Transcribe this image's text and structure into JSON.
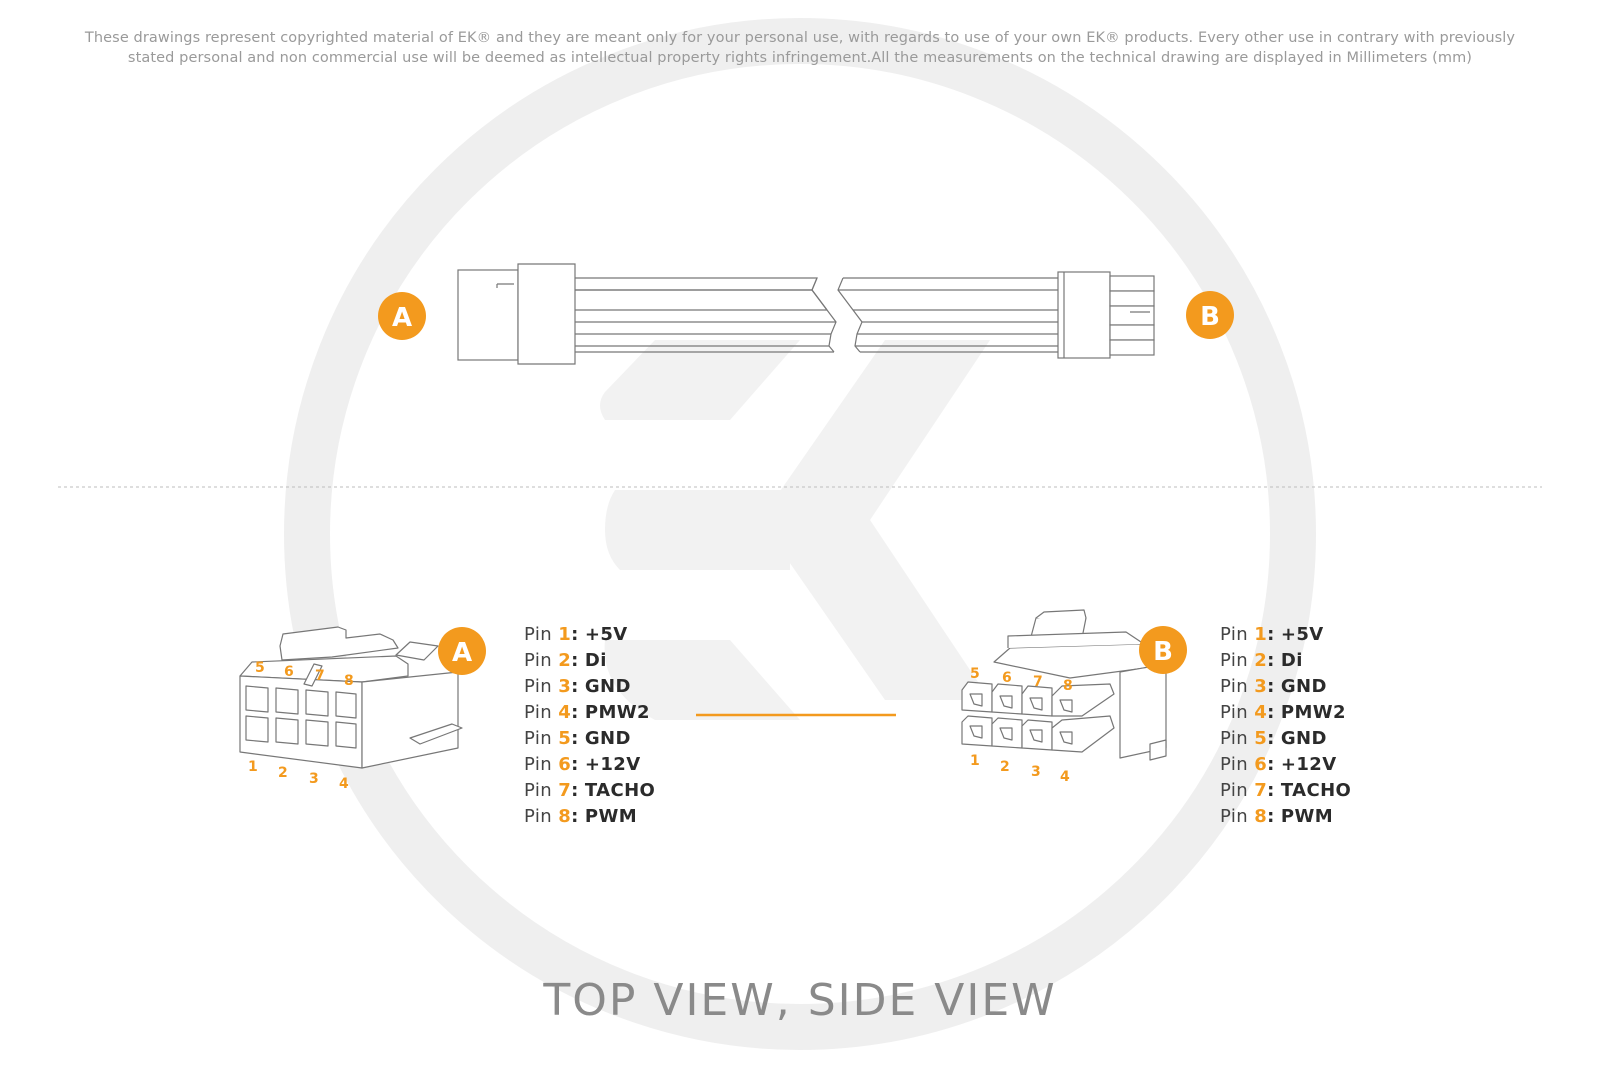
{
  "disclaimer": {
    "line1": "These drawings represent copyrighted material of EK® and they are meant only for your personal use, with regards to use of  your own EK® products. Every other use in contrary with previously",
    "line2": "stated personal and non commercial use will be deemed as intellectual property rights infringement.All the measurements on the technical drawing are displayed in Millimeters (mm)"
  },
  "labels": {
    "connector_a": "A",
    "connector_b": "B"
  },
  "pin_numbers_a": [
    "1",
    "2",
    "3",
    "4",
    "5",
    "6",
    "7",
    "8"
  ],
  "pin_numbers_b": [
    "1",
    "2",
    "3",
    "4",
    "5",
    "6",
    "7",
    "8"
  ],
  "pinout_a": [
    {
      "word": "Pin",
      "num": "1",
      "colon": ":",
      "signal": "+5V"
    },
    {
      "word": "Pin",
      "num": "2",
      "colon": ":",
      "signal": "Di"
    },
    {
      "word": "Pin",
      "num": "3",
      "colon": ":",
      "signal": "GND"
    },
    {
      "word": "Pin",
      "num": "4",
      "colon": ":",
      "signal": "PMW2"
    },
    {
      "word": "Pin",
      "num": "5",
      "colon": ":",
      "signal": "GND"
    },
    {
      "word": "Pin",
      "num": "6",
      "colon": ":",
      "signal": "+12V"
    },
    {
      "word": "Pin",
      "num": "7",
      "colon": ":",
      "signal": "TACHO"
    },
    {
      "word": "Pin",
      "num": "8",
      "colon": ":",
      "signal": "PWM"
    }
  ],
  "pinout_b": [
    {
      "word": "Pin",
      "num": "1",
      "colon": ":",
      "signal": "+5V"
    },
    {
      "word": "Pin",
      "num": "2",
      "colon": ":",
      "signal": "Di"
    },
    {
      "word": "Pin",
      "num": "3",
      "colon": ":",
      "signal": "GND"
    },
    {
      "word": "Pin",
      "num": "4",
      "colon": ":",
      "signal": "PMW2"
    },
    {
      "word": "Pin",
      "num": "5",
      "colon": ":",
      "signal": "GND"
    },
    {
      "word": "Pin",
      "num": "6",
      "colon": ":",
      "signal": "+12V"
    },
    {
      "word": "Pin",
      "num": "7",
      "colon": ":",
      "signal": "TACHO"
    },
    {
      "word": "Pin",
      "num": "8",
      "colon": ":",
      "signal": "PWM"
    }
  ],
  "view_title": "TOP VIEW, SIDE VIEW",
  "colors": {
    "accent": "#f39a1e",
    "watermark": "#efefef",
    "line": "#777777",
    "text_dark": "#2b2b2b",
    "text_muted": "#9a9a9a"
  }
}
